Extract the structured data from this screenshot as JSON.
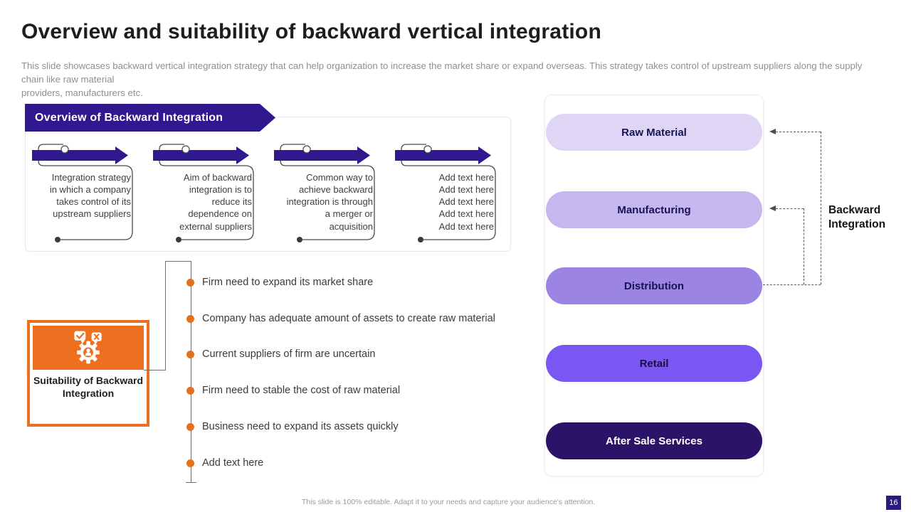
{
  "slide": {
    "title": "Overview and suitability of backward vertical integration",
    "subtitle": "This slide showcases backward vertical integration strategy that can help organization to increase the market share or expand overseas. This strategy takes control of upstream suppliers along the supply chain like raw material\nproviders, manufacturers etc.",
    "footer": "This slide is 100% editable.  Adapt it to your needs and capture your audience's attention.",
    "page_number": "16"
  },
  "overview_section": {
    "banner_label": "Overview of Backward Integration",
    "items": [
      {
        "text": "Integration strategy in which a company takes control of its upstream suppliers"
      },
      {
        "text": "Aim of backward integration is to reduce its dependence on external suppliers"
      },
      {
        "text": "Common way to achieve backward integration is through a merger or acquisition"
      },
      {
        "text": "Add text here\nAdd text here\nAdd text here\nAdd text here\nAdd text here"
      }
    ]
  },
  "supply_chain": {
    "label": "Backward Integration",
    "stages": [
      {
        "name": "Raw Material",
        "color": "#DED6F4"
      },
      {
        "name": "Manufacturing",
        "color": "#C6B7EF"
      },
      {
        "name": "Distribution",
        "color": "#9C85E2"
      },
      {
        "name": "Retail",
        "color": "#7A57F2"
      },
      {
        "name": "After Sale Services",
        "color": "#2B1467"
      }
    ]
  },
  "suitability": {
    "title": "Suitability of Backward Integration",
    "icon": "gear-person-check-icon",
    "bullets": [
      "Firm need to expand its market share",
      "Company has adequate amount of assets to create raw material",
      "Current suppliers of firm are uncertain",
      "Firm need to stable the cost of raw material",
      "Business need to expand its assets quickly",
      "Add text here"
    ]
  },
  "colors": {
    "accent_purple": "#30188F",
    "accent_orange": "#ED7020",
    "bullet_orange": "#E2711F",
    "dark_pill": "#2B1467",
    "page_badge_bg": "#2B1A80"
  }
}
